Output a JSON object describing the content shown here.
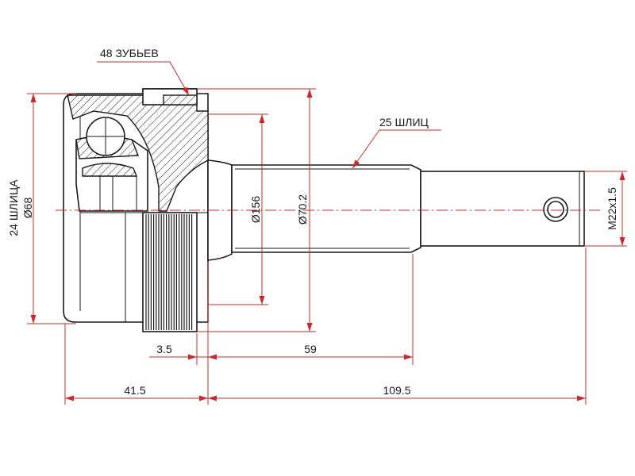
{
  "labels": {
    "teeth": "48 ЗУБЬЕВ",
    "outer_splines": "25 ШЛИЦ",
    "inner_splines": "24 ШЛИЦА",
    "housing_dia": "Ø68",
    "abs_ring_dia": "Ø156",
    "flange_dia": "Ø70.2",
    "thread": "M22x1.5",
    "dim_3_5": "3.5",
    "dim_59": "59",
    "dim_41_5": "41.5",
    "dim_109_5": "109.5"
  },
  "colors": {
    "outline": "#1a1a1a",
    "dimension": "#cc2a2a"
  }
}
